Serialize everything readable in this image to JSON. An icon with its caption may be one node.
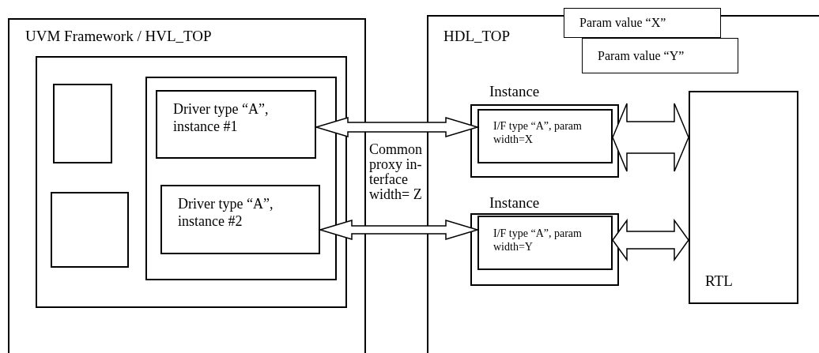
{
  "diagram": {
    "nodes": [
      {
        "text": [
          "UVM Framework / HVL_TOP"
        ]
      },
      {
        "text": [],
        "shape": "box",
        "in": 0
      },
      {
        "text": [],
        "shape": "box",
        "in": 1
      },
      {
        "text": [],
        "shape": "box",
        "in": 1
      },
      {
        "text": [],
        "shape": "box",
        "in": 1
      },
      {
        "text": [
          "Driver type “A”, instance #1"
        ],
        "in": 4
      },
      {
        "text": [
          "Driver type “A”, instance #2"
        ],
        "in": 4
      },
      {
        "text": [
          "HDL_TOP"
        ]
      },
      {
        "text": [
          "Param value “X”"
        ]
      },
      {
        "text": [
          "Param value “Y”"
        ],
        "in": 7
      },
      {
        "text": [
          "Instance"
        ],
        "in": 7
      },
      {
        "text": [
          "I/F type “A”, param width=X"
        ],
        "in": 10
      },
      {
        "text": [
          "Instance"
        ],
        "in": 7
      },
      {
        "text": [
          "I/F type “A”, param width=Y"
        ],
        "in": 12
      },
      {
        "text": [
          "RTL"
        ],
        "in": 7
      }
    ],
    "edges": [
      {
        "from": 5,
        "to": 11,
        "arrow": "both"
      },
      {
        "from": 6,
        "to": 13,
        "arrow": "both"
      },
      {
        "from": 11,
        "to": 14,
        "arrow": "both"
      },
      {
        "from": 13,
        "to": 14,
        "arrow": "both"
      }
    ],
    "labels": [
      "Common proxy in- terface width= Z"
    ]
  }
}
